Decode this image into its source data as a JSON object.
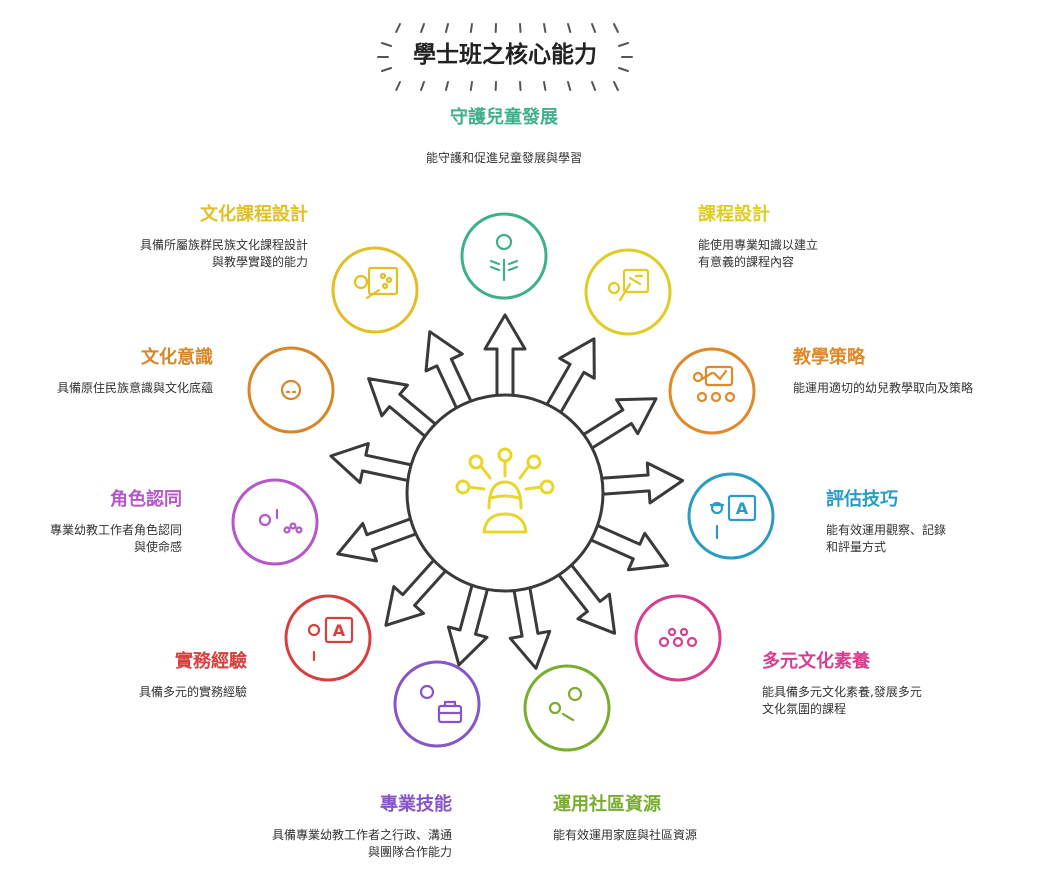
{
  "title": "學士班之核心能力",
  "colors": {
    "center": "#e8d62a",
    "arrow": "#3a3a3a"
  },
  "nodes": [
    {
      "key": "guard",
      "title": "守護兒童發展",
      "desc": "能守護和促進兒童發展與學習",
      "color": "#3fb08a",
      "icon": "reading-child-icon"
    },
    {
      "key": "curriculum",
      "title": "課程設計",
      "desc": "能使用專業知識以建立\n有意義的課程內容",
      "color": "#e0cc24",
      "icon": "teacher-at-board-icon"
    },
    {
      "key": "strategy",
      "title": "教學策略",
      "desc": "能運用適切的幼兒教學取向及策略",
      "color": "#e0892a",
      "icon": "teacher-with-class-icon"
    },
    {
      "key": "assessment",
      "title": "評估技巧",
      "desc": "能有效運用觀察、記錄\n和評量方式",
      "color": "#2a9cc4",
      "icon": "teacher-letter-a-icon"
    },
    {
      "key": "multicultural",
      "title": "多元文化素養",
      "desc": "能具備多元文化素養,發展多元\n文化氛圍的課程",
      "color": "#d63f8f",
      "icon": "diverse-group-icon"
    },
    {
      "key": "community",
      "title": "運用社區資源",
      "desc": "能有效運用家庭與社區資源",
      "color": "#7aad2e",
      "icon": "family-icon"
    },
    {
      "key": "professional",
      "title": "專業技能",
      "desc": "具備專業幼教工作者之行政、溝通\n與團隊合作能力",
      "color": "#8656c8",
      "icon": "person-briefcase-icon"
    },
    {
      "key": "practice",
      "title": "實務經驗",
      "desc": "具備多元的實務經驗",
      "color": "#d84040",
      "icon": "practice-letter-a-icon"
    },
    {
      "key": "role",
      "title": "角色認同",
      "desc": "專業幼教工作者角色認同\n與使命感",
      "color": "#b457c8",
      "icon": "graduate-paw-icon"
    },
    {
      "key": "cultural_awareness",
      "title": "文化意識",
      "desc": "具備原住民族意識與文化底蘊",
      "color": "#d6872a",
      "icon": "person-hat-icon"
    },
    {
      "key": "cultural_curriculum",
      "title": "文化課程設計",
      "desc": "具備所屬族群民族文化課程設計\n與教學實踐的能力",
      "color": "#e0c026",
      "icon": "artist-palette-icon"
    }
  ]
}
